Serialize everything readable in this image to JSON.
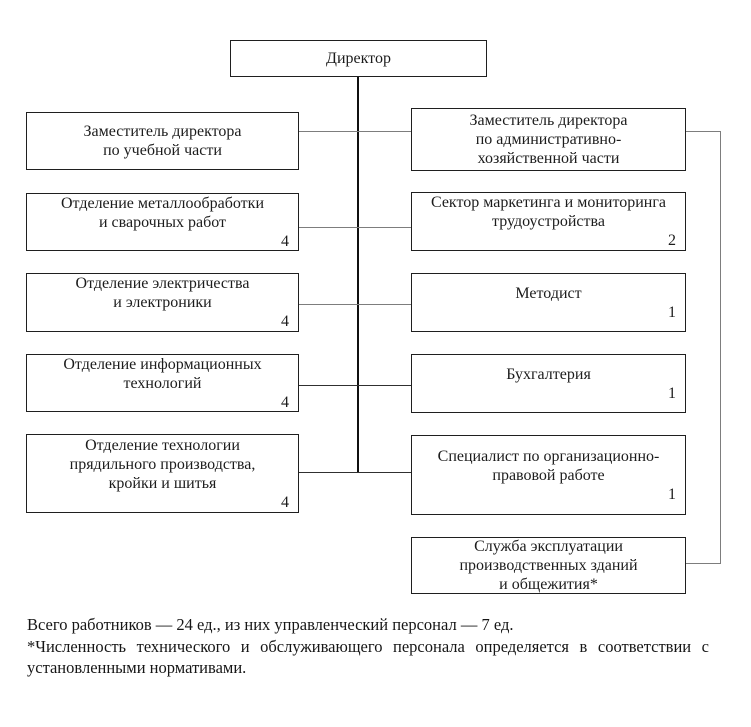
{
  "org_chart": {
    "title_box": {
      "label": "Директор"
    },
    "left_column": [
      {
        "label": "Заместитель директора\nпо учебной части"
      },
      {
        "label": "Отделение металлообработки\nи сварочных работ",
        "count": "4"
      },
      {
        "label": "Отделение электричества\nи электроники",
        "count": "4"
      },
      {
        "label": "Отделение информационных\nтехнологий",
        "count": "4"
      },
      {
        "label": "Отделение технологии\nпрядильного производства,\nкройки и шитья",
        "count": "4"
      }
    ],
    "right_column": [
      {
        "label": "Заместитель директора\nпо административно-\nхозяйственной части"
      },
      {
        "label": "Сектор маркетинга и мониторинга\nтрудоустройства",
        "count": "2"
      },
      {
        "label": "Методист",
        "count": "1"
      },
      {
        "label": "Бухгалтерия",
        "count": "1"
      },
      {
        "label": "Специалист по организационно-\nправовой работе",
        "count": "1"
      },
      {
        "label": "Служба эксплуатации\nпроизводственных зданий\nи общежития*"
      }
    ]
  },
  "notes": {
    "summary": "Всего работников — 24 ед., из них управленческий персонал — 7 ед.",
    "footnote": "*Численность технического и обслуживающего персонала определяется в соответствии с установленными нормативами."
  },
  "colors": {
    "background": "#ffffff",
    "box_border": "#1f1f1f",
    "connector_gray": "#7d7d7d",
    "connector_dark": "#303030",
    "trunk_black": "#101010",
    "text": "#1c1c1c"
  }
}
